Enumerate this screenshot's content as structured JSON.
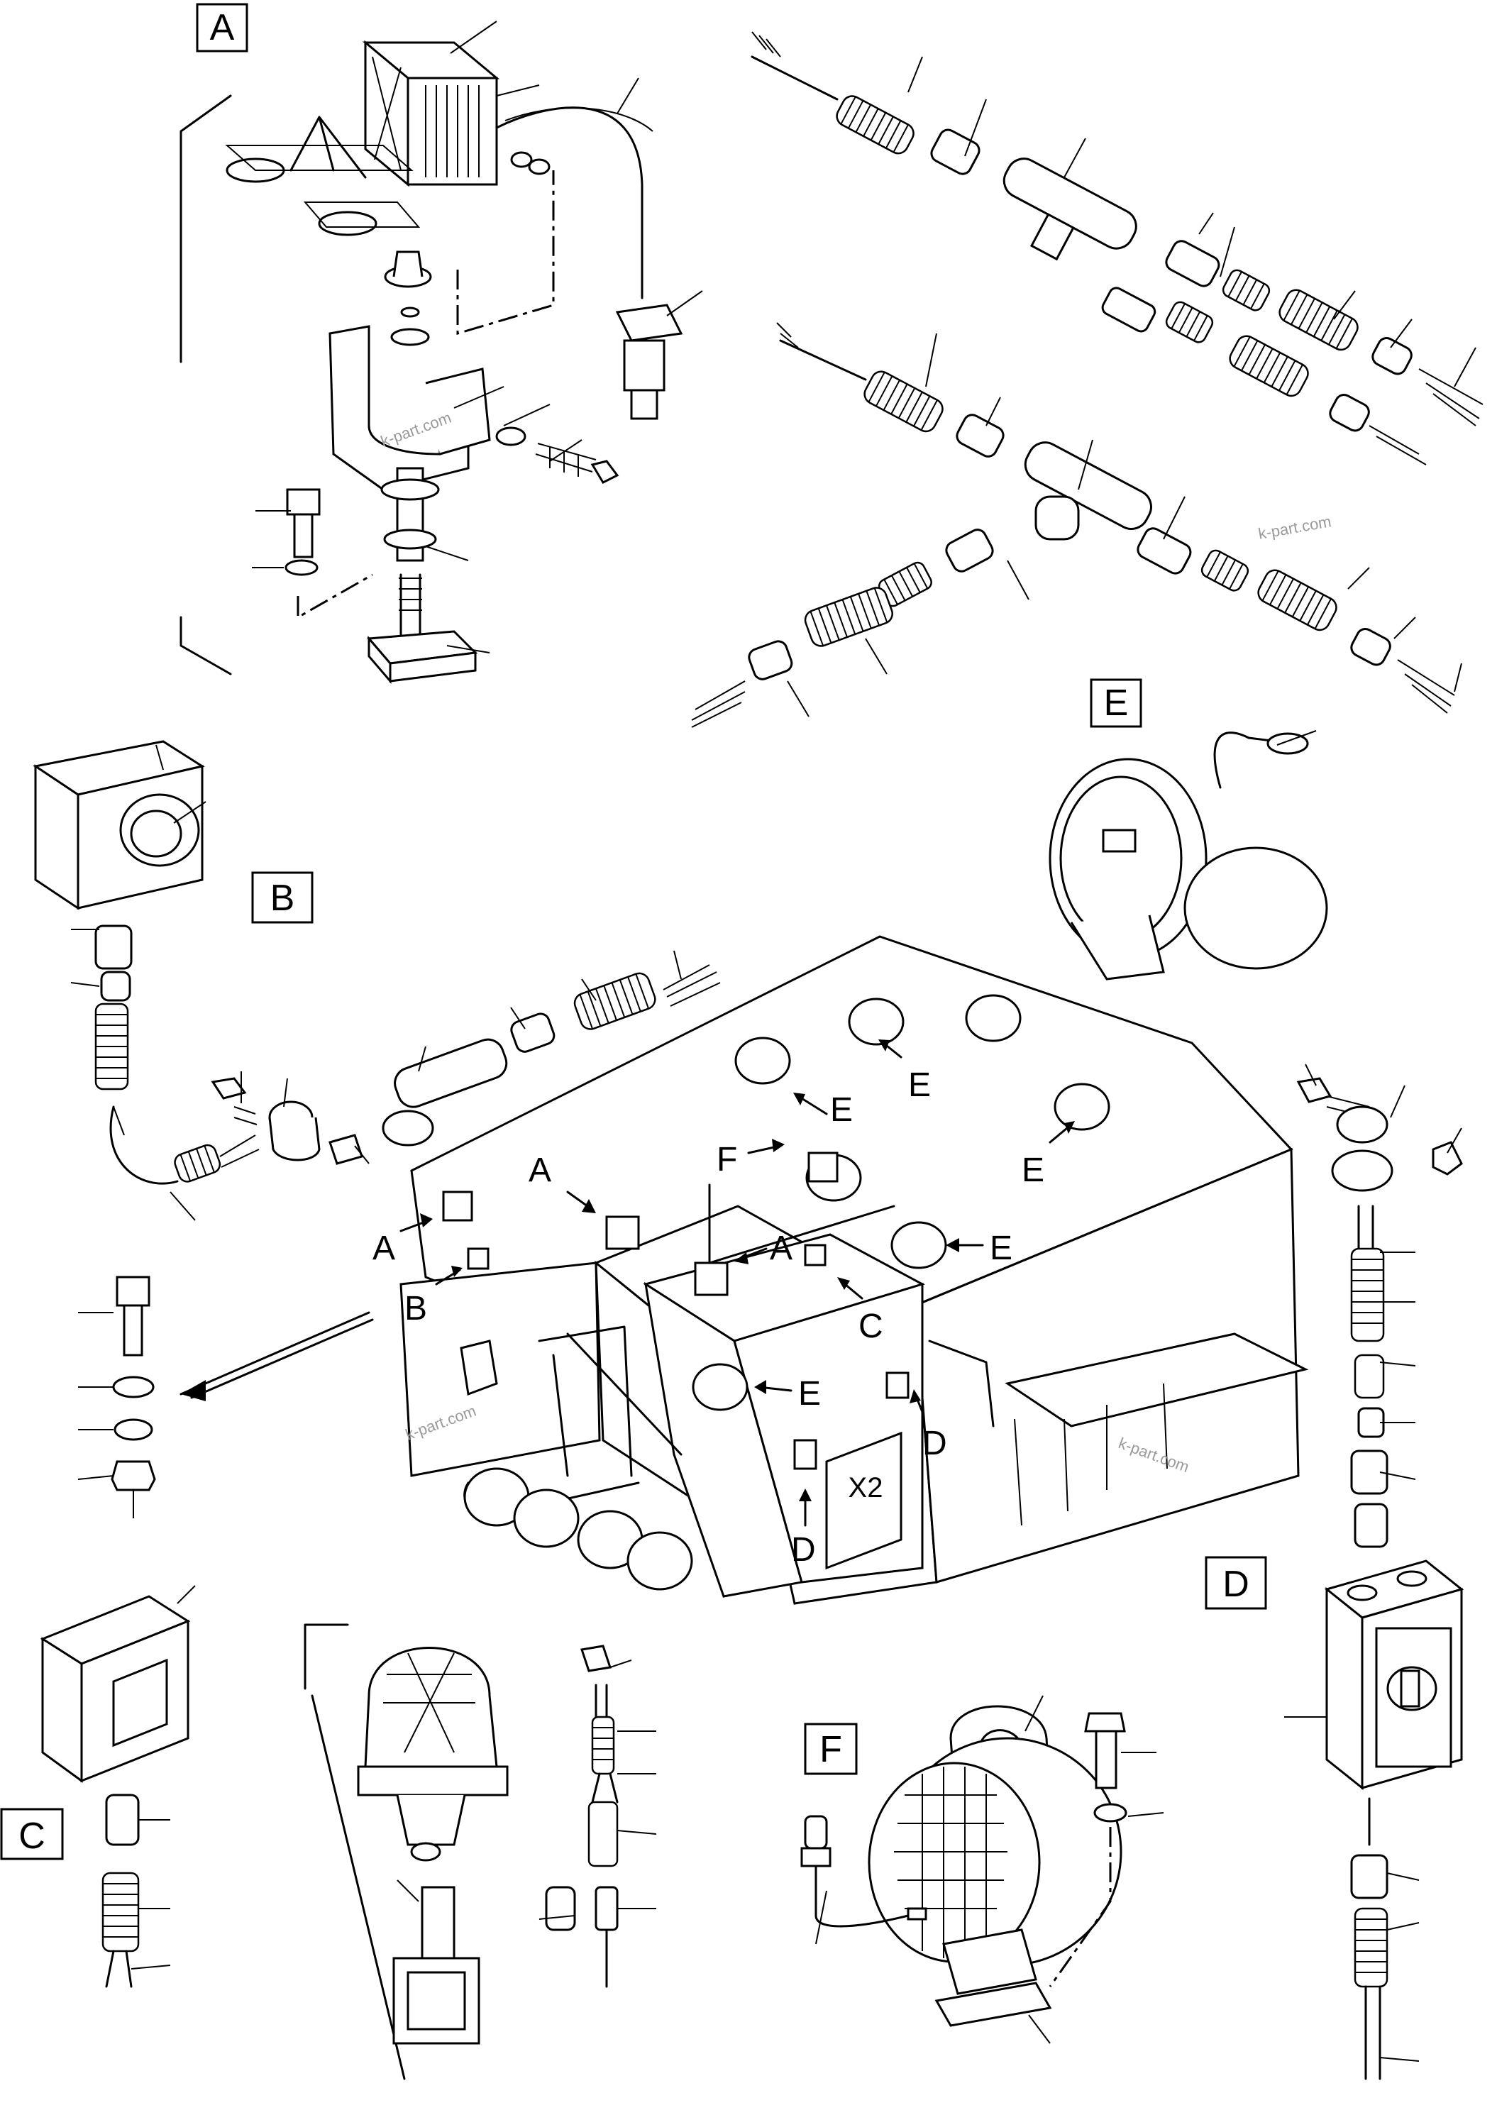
{
  "detail_boxes": [
    {
      "id": "A",
      "letter": "A"
    },
    {
      "id": "B",
      "letter": "B"
    },
    {
      "id": "C",
      "letter": "C"
    },
    {
      "id": "D",
      "letter": "D"
    },
    {
      "id": "E",
      "letter": "E"
    },
    {
      "id": "F",
      "letter": "F"
    }
  ],
  "machine_callouts": [
    "A",
    "A",
    "A",
    "B",
    "C",
    "D",
    "D",
    "E",
    "E",
    "E",
    "E",
    "E",
    "F"
  ],
  "machine_plate": "X2",
  "watermarks": [
    "k-part.com",
    "k-part.com",
    "k-part.com",
    "k-part.com"
  ]
}
